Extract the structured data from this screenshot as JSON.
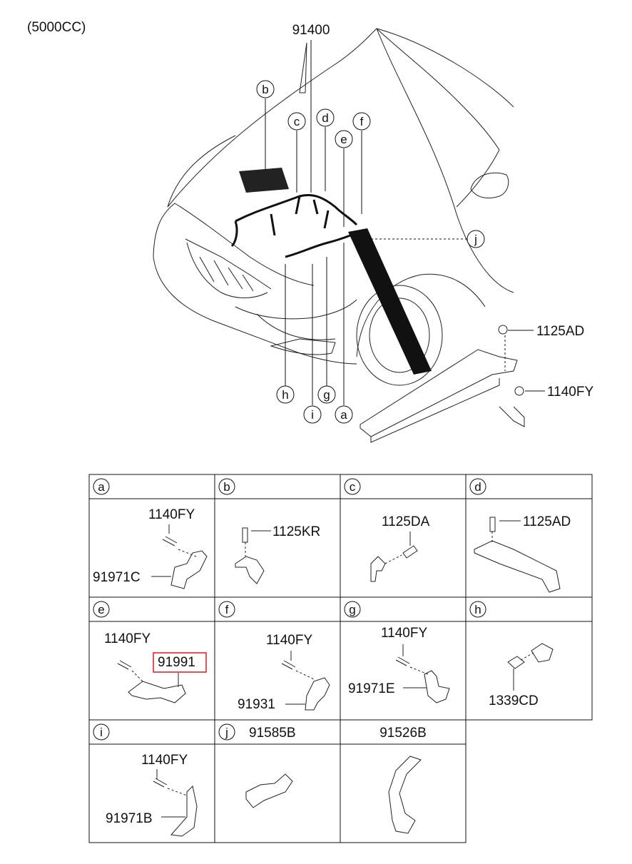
{
  "engine_note": "(5000CC)",
  "main_diagram": {
    "main_part": "91400",
    "fastener_top": "1125AD",
    "fastener_bottom": "1140FY",
    "callouts": [
      "a",
      "b",
      "c",
      "d",
      "e",
      "f",
      "g",
      "h",
      "i",
      "j"
    ]
  },
  "cells": [
    {
      "letter": "a",
      "parts": [
        "1140FY",
        "91971C"
      ]
    },
    {
      "letter": "b",
      "parts": [
        "1125KR"
      ]
    },
    {
      "letter": "c",
      "parts": [
        "1125DA"
      ]
    },
    {
      "letter": "d",
      "parts": [
        "1125AD"
      ]
    },
    {
      "letter": "e",
      "parts": [
        "1140FY",
        "91991"
      ],
      "highlighted": "91991"
    },
    {
      "letter": "f",
      "parts": [
        "1140FY",
        "91931"
      ]
    },
    {
      "letter": "g",
      "parts": [
        "1140FY",
        "91971E"
      ]
    },
    {
      "letter": "h",
      "parts": [
        "1339CD"
      ]
    },
    {
      "letter": "i",
      "parts": [
        "1140FY",
        "91971B"
      ]
    },
    {
      "letter": "j",
      "parts": [
        "91585B"
      ]
    },
    {
      "letter": "",
      "parts": [
        "91526B"
      ]
    }
  ],
  "colors": {
    "highlight": "#e0262b",
    "line": "#111111"
  }
}
